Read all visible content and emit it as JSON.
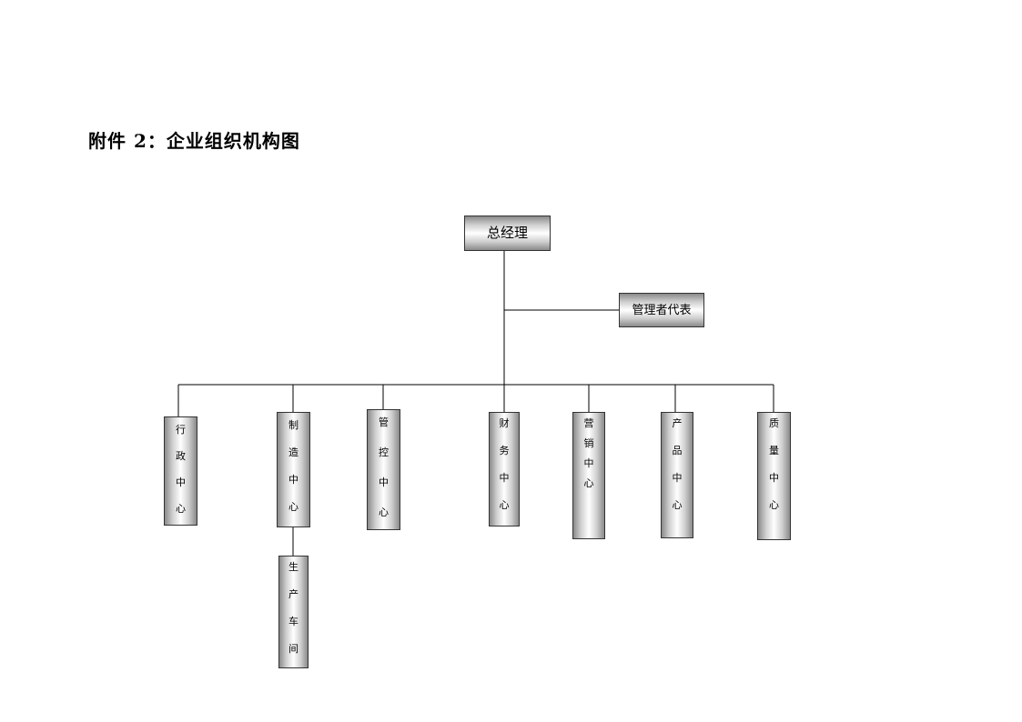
{
  "page_title": "附件 2：企业组织机构图",
  "org_chart": {
    "root": "总经理",
    "staff": "管理者代表",
    "departments": [
      {
        "id": "admin",
        "label": "行政中心"
      },
      {
        "id": "manufacturing",
        "label": "制造中心",
        "child": "生产车间"
      },
      {
        "id": "control",
        "label": "管控中心"
      },
      {
        "id": "finance",
        "label": "财务中心"
      },
      {
        "id": "marketing",
        "label": "营销中心"
      },
      {
        "id": "product",
        "label": "产品中心"
      },
      {
        "id": "quality",
        "label": "质量中心"
      }
    ]
  }
}
